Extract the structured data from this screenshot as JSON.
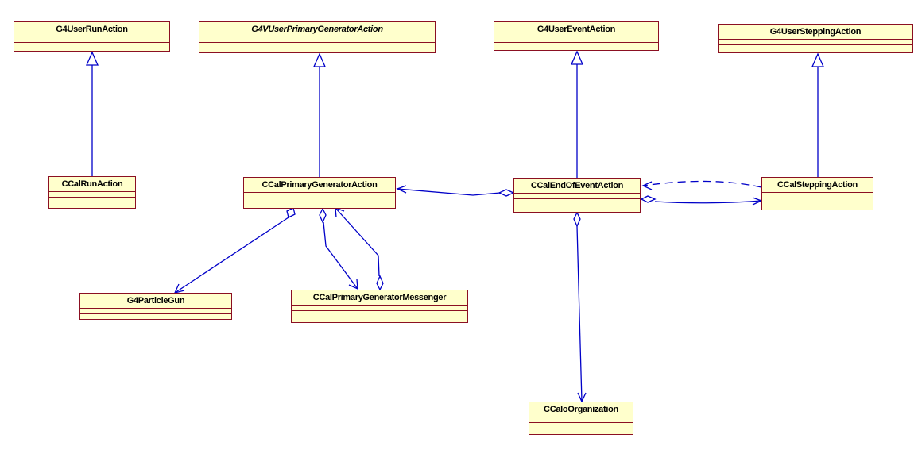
{
  "diagram": {
    "type": "uml-class-diagram",
    "colors": {
      "class_fill": "#ffffcc",
      "class_border": "#8b0f22",
      "relation_line": "#0000c8"
    },
    "classes": [
      {
        "id": "G4UserRunAction",
        "name": "G4UserRunAction",
        "abstract": false
      },
      {
        "id": "G4VUserPrimaryGeneratorAction",
        "name": "G4VUserPrimaryGeneratorAction",
        "abstract": true
      },
      {
        "id": "G4UserEventAction",
        "name": "G4UserEventAction",
        "abstract": false
      },
      {
        "id": "G4UserSteppingAction",
        "name": "G4UserSteppingAction",
        "abstract": false
      },
      {
        "id": "CCalRunAction",
        "name": "CCalRunAction",
        "abstract": false
      },
      {
        "id": "CCalPrimaryGeneratorAction",
        "name": "CCalPrimaryGeneratorAction",
        "abstract": false
      },
      {
        "id": "CCalEndOfEventAction",
        "name": "CCalEndOfEventAction",
        "abstract": false
      },
      {
        "id": "CCalSteppingAction",
        "name": "CCalSteppingAction",
        "abstract": false
      },
      {
        "id": "G4ParticleGun",
        "name": "G4ParticleGun",
        "abstract": false
      },
      {
        "id": "CCalPrimaryGeneratorMessenger",
        "name": "CCalPrimaryGeneratorMessenger",
        "abstract": false
      },
      {
        "id": "CCaloOrganization",
        "name": "CCaloOrganization",
        "abstract": false
      }
    ],
    "relations": [
      {
        "id": "gen-run",
        "type": "generalization",
        "from": "CCalRunAction",
        "to": "G4UserRunAction"
      },
      {
        "id": "gen-primary",
        "type": "generalization",
        "from": "CCalPrimaryGeneratorAction",
        "to": "G4VUserPrimaryGeneratorAction"
      },
      {
        "id": "gen-event",
        "type": "generalization",
        "from": "CCalEndOfEventAction",
        "to": "G4UserEventAction"
      },
      {
        "id": "gen-stepping",
        "type": "generalization",
        "from": "CCalSteppingAction",
        "to": "G4UserSteppingAction"
      },
      {
        "id": "agg-event-primary",
        "type": "aggregation",
        "from": "CCalEndOfEventAction",
        "to": "CCalPrimaryGeneratorAction"
      },
      {
        "id": "agg-event-stepping",
        "type": "aggregation",
        "from": "CCalEndOfEventAction",
        "to": "CCalSteppingAction"
      },
      {
        "id": "dep-stepping-event",
        "type": "dependency",
        "from": "CCalSteppingAction",
        "to": "CCalEndOfEventAction"
      },
      {
        "id": "agg-event-organization",
        "type": "aggregation",
        "from": "CCalEndOfEventAction",
        "to": "CCaloOrganization"
      },
      {
        "id": "agg-primary-gun",
        "type": "aggregation",
        "from": "CCalPrimaryGeneratorAction",
        "to": "G4ParticleGun"
      },
      {
        "id": "agg-primary-messenger",
        "type": "aggregation",
        "from": "CCalPrimaryGeneratorAction",
        "to": "CCalPrimaryGeneratorMessenger"
      },
      {
        "id": "agg-messenger-primary",
        "type": "aggregation",
        "from": "CCalPrimaryGeneratorMessenger",
        "to": "CCalPrimaryGeneratorAction"
      }
    ]
  }
}
